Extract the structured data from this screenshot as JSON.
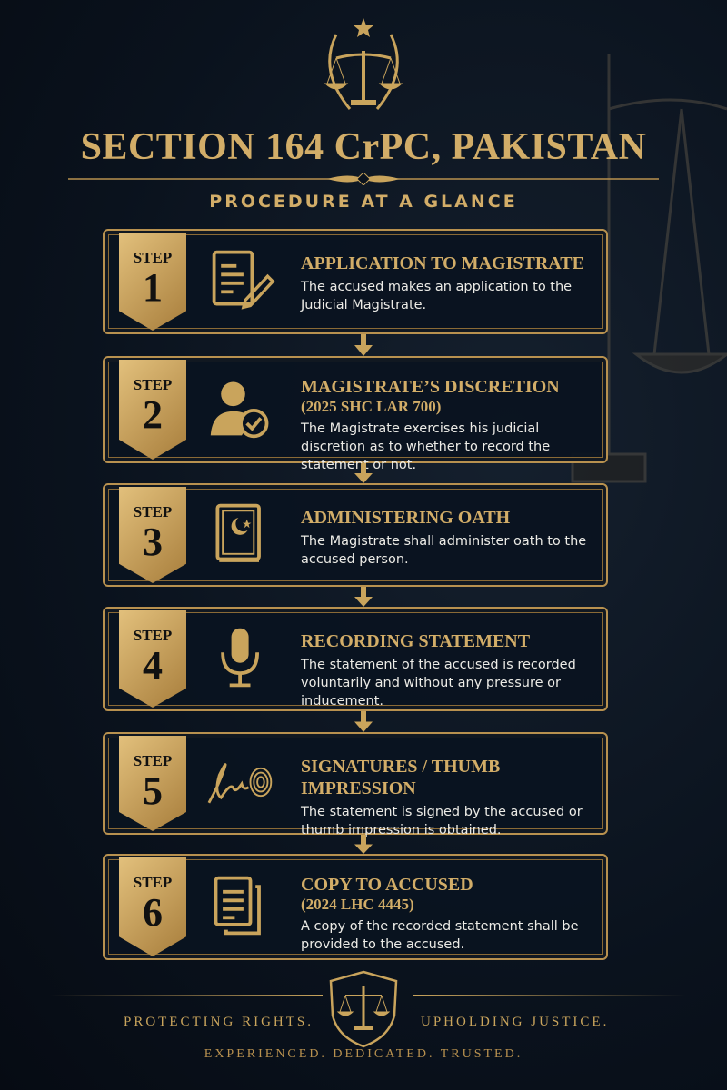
{
  "header": {
    "title": "SECTION 164 CrPC, PAKISTAN",
    "subtitle": "PROCEDURE AT A GLANCE",
    "emblem_icon": "scales-of-justice-laurel-icon"
  },
  "colors": {
    "gold": "#d2ad68",
    "background": "#0a121d",
    "card": "#0a1320"
  },
  "steps": [
    {
      "label": "STEP",
      "number": "1",
      "title": "APPLICATION TO MAGISTRATE",
      "citation": "",
      "description": "The accused makes an application to the Judicial Magistrate.",
      "icon": "document-pen-icon"
    },
    {
      "label": "STEP",
      "number": "2",
      "title": "MAGISTRATE’S DISCRETION",
      "citation": "(2025 SHC LAR 700)",
      "description": "The Magistrate exercises his judicial discretion as to whether to record the statement or not.",
      "icon": "person-check-icon"
    },
    {
      "label": "STEP",
      "number": "3",
      "title": "ADMINISTERING OATH",
      "citation": "",
      "description": "The Magistrate shall administer oath to the accused person.",
      "icon": "holy-book-icon"
    },
    {
      "label": "STEP",
      "number": "4",
      "title": "RECORDING STATEMENT",
      "citation": "",
      "description": "The statement of the accused is recorded voluntarily and without any pressure or inducement.",
      "icon": "microphone-icon"
    },
    {
      "label": "STEP",
      "number": "5",
      "title": "SIGNATURES / THUMB IMPRESSION",
      "citation": "",
      "description": "The statement is signed by the accused or thumb impression is obtained.",
      "icon": "signature-fingerprint-icon"
    },
    {
      "label": "STEP",
      "number": "6",
      "title": "COPY TO ACCUSED",
      "citation": "(2024 LHC 4445)",
      "description": "A copy of the recorded statement shall be provided to the accused.",
      "icon": "documents-copy-icon"
    }
  ],
  "footer": {
    "tagline_left": "PROTECTING RIGHTS.",
    "tagline_right": "UPHOLDING JUSTICE.",
    "tagline_bottom": "EXPERIENCED. DEDICATED. TRUSTED.",
    "shield_icon": "shield-scales-icon"
  }
}
